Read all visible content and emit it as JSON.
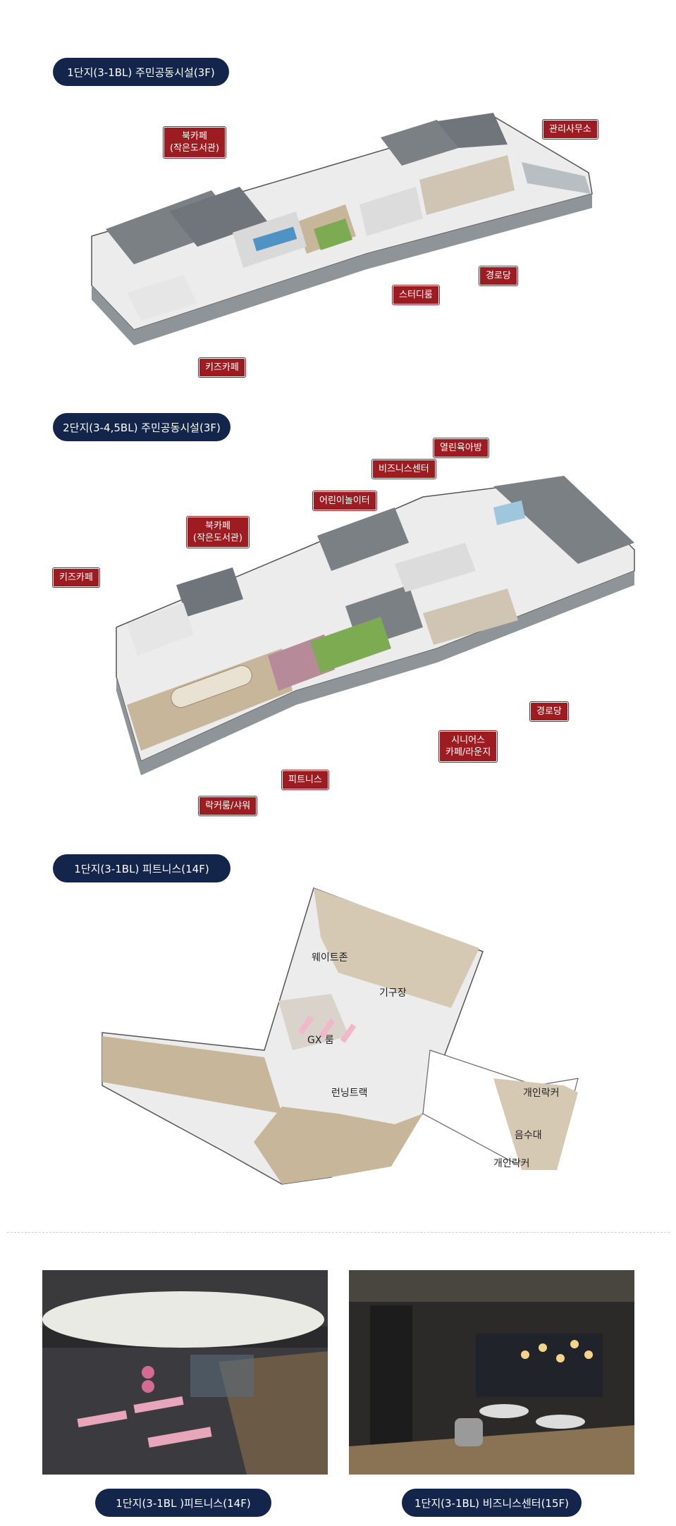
{
  "sections": [
    {
      "title": "1단지(3-1BL) 주민공동시설(3F)",
      "labels": {
        "bookcafe": "북카페\n(작은도서관)",
        "office": "관리사무소",
        "senior": "경로당",
        "study": "스터디룸",
        "kids": "키즈카페"
      }
    },
    {
      "title": "2단지(3-4,5BL) 주민공동시설(3F)",
      "labels": {
        "nursery": "열린육아방",
        "business": "비즈니스센터",
        "play": "어린이놀이터",
        "bookcafe": "북카페\n(작은도서관)",
        "kids": "키즈카페",
        "senior": "경로당",
        "lounge": "시니어스\n카페/라운지",
        "fitness": "피트니스",
        "locker": "락커룸/샤워"
      }
    },
    {
      "title": "1단지(3-1BL) 피트니스(14F)",
      "labels": {
        "weight": "웨이트존",
        "machine": "기구장",
        "gx": "GX 룸",
        "track": "런닝트랙",
        "locker1": "개인락커",
        "fountain": "음수대",
        "locker2": "개인락커"
      }
    }
  ],
  "photos": [
    {
      "caption": "1단지(3-1BL )피트니스(14F)"
    },
    {
      "caption": "1단지(3-1BL) 비즈니스센터(15F)"
    }
  ],
  "colors": {
    "navy": "#13254a",
    "label_red": "#9d1c21",
    "floor_wood": "#c8b69a",
    "wall_gray": "#7a8084"
  }
}
